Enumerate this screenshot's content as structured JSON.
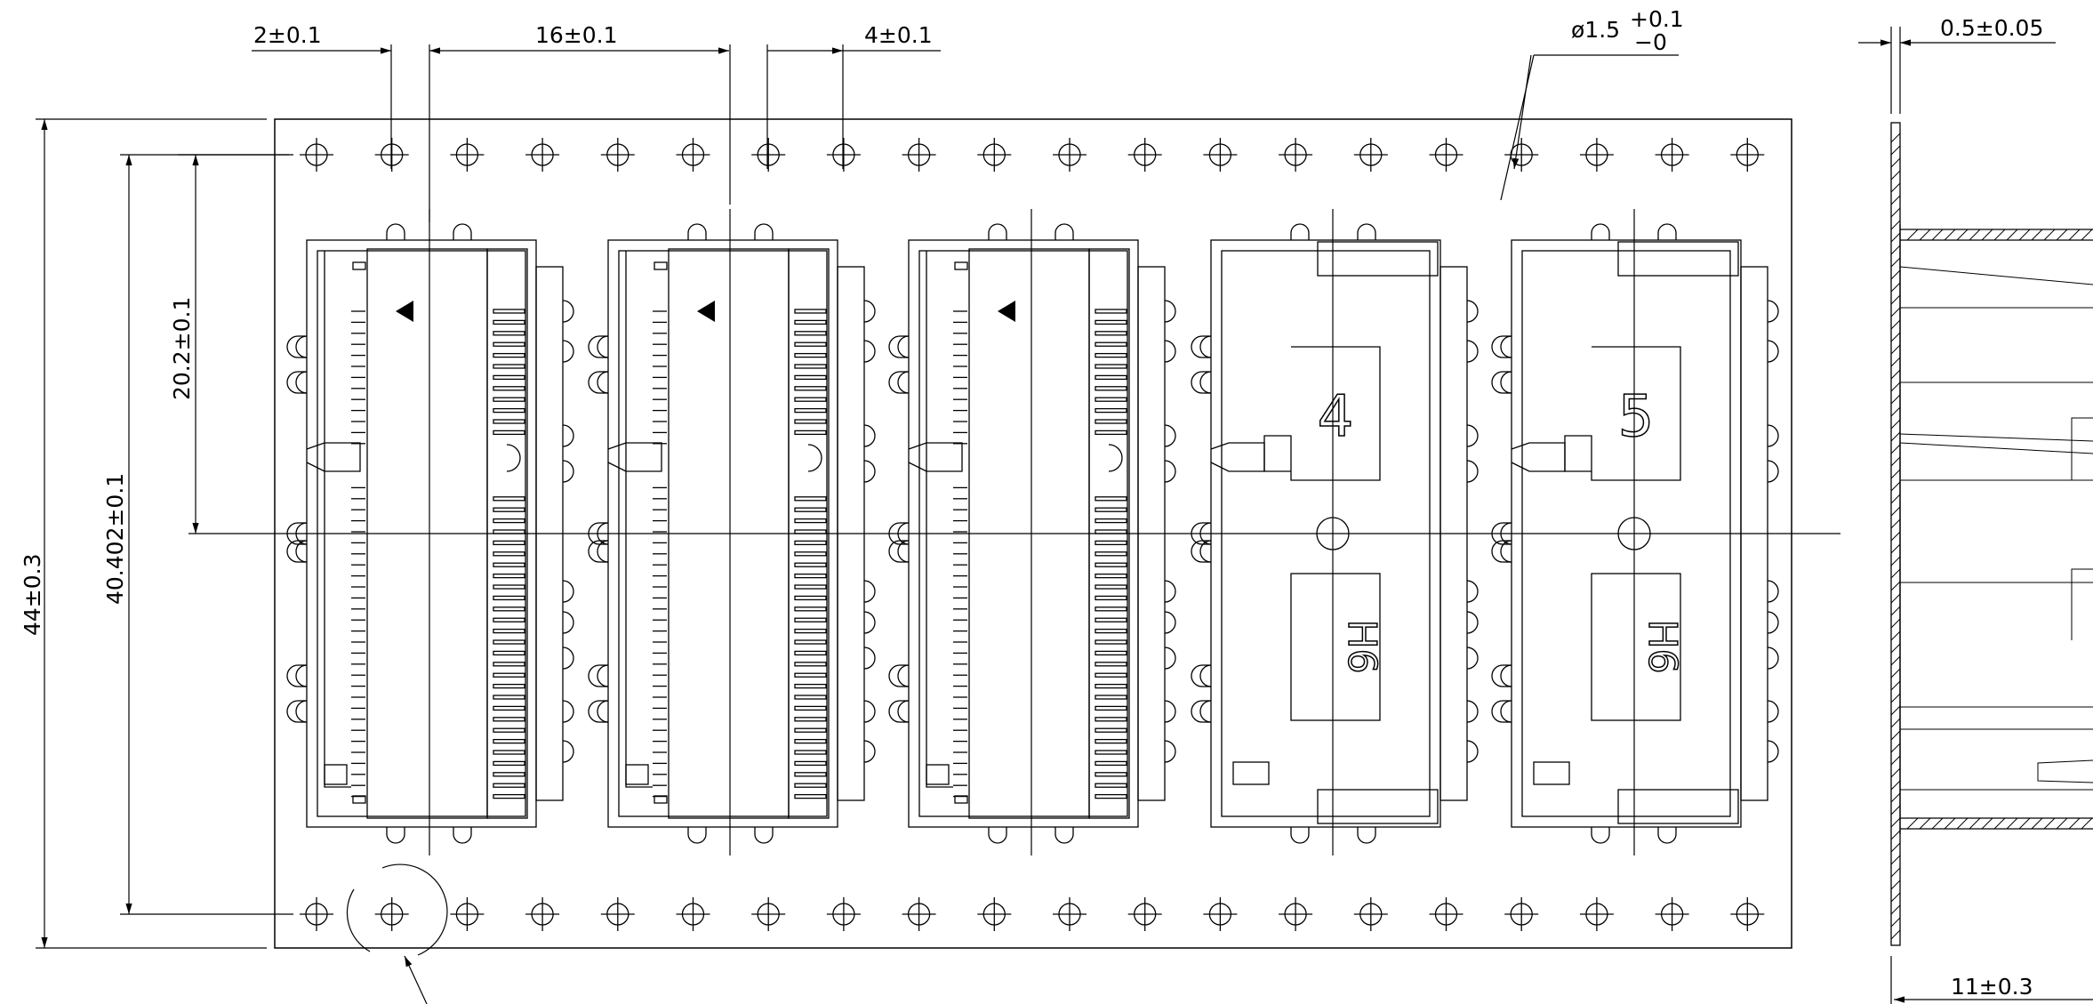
{
  "dimensions": {
    "hole_offset": "2±0.1",
    "pitch_large": "16±0.1",
    "pitch_small": "4±0.1",
    "hole_diameter_base": "ø1.5",
    "hole_diameter_tol_upper": "+0.1",
    "hole_diameter_tol_lower": "−0",
    "thickness": "0.5±0.05",
    "centerline_offset": "20.2±0.1",
    "hole_row_distance": "40.402±0.1",
    "tape_width": "44±0.3",
    "depth": "11±0.3"
  },
  "pocket_markings": {
    "pocket_4_number": "4",
    "pocket_5_number": "5",
    "label_text": "H6"
  },
  "colors": {
    "line": "#000000",
    "background": "#ffffff"
  }
}
